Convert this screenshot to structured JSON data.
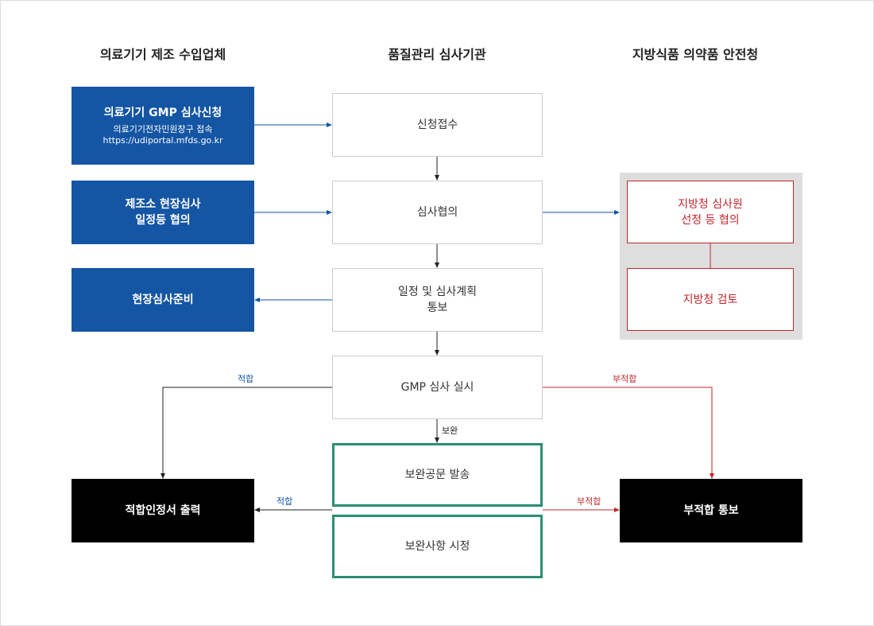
{
  "columns": {
    "manufacturer": "의료기기 제조 수입업체",
    "agency": "품질관리 심사기관",
    "regional": "지방식품 의약품 안전청"
  },
  "boxes": {
    "gmp_apply": {
      "title": "의료기기 GMP 심사신청",
      "sub1": "의료기기전자민원창구 접속",
      "sub2": "https://udiportal.mfds.go.kr"
    },
    "schedule_consult": {
      "line1": "제조소 현장심사",
      "line2": "일정등 협의"
    },
    "onsite_prep": {
      "line1": "현장심사준비"
    },
    "receive": {
      "line1": "신청접수"
    },
    "consult": {
      "line1": "심사협의"
    },
    "schedule_notice": {
      "line1": "일정 및 심사계획",
      "line2": "통보"
    },
    "gmp_audit": {
      "line1": "GMP 심사 실시"
    },
    "supplement_send": {
      "line1": "보완공문 발송"
    },
    "supplement_fix": {
      "line1": "보완사항 시정"
    },
    "auditor_select": {
      "line1": "지방청 심사원",
      "line2": "선정 등 협의"
    },
    "regional_review": {
      "line1": "지방청 검토"
    },
    "cert_output": {
      "line1": "적합인정서 출력"
    },
    "fail_notice": {
      "line1": "부적합 통보"
    }
  },
  "edge_labels": {
    "pass_upper": "적합",
    "fail_upper": "부적합",
    "supplement": "보완",
    "pass_lower": "적합",
    "fail_lower": "부적합"
  },
  "colors": {
    "blue": "#1455a4",
    "red": "#c1272d",
    "green": "#2a8f72",
    "black": "#000000",
    "panel_gray": "#dedede"
  }
}
